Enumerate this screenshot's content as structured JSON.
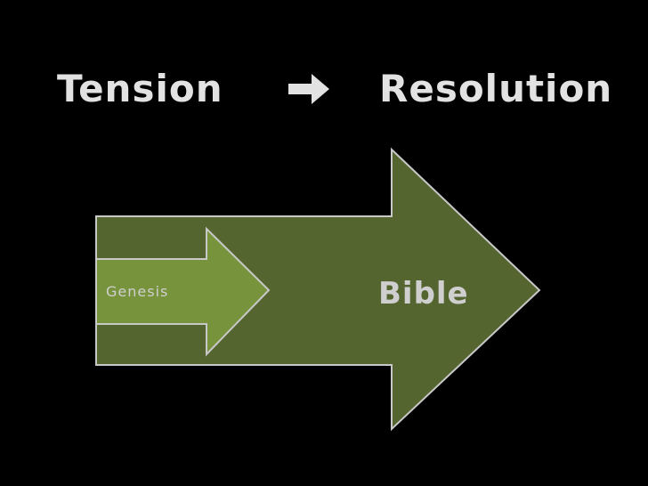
{
  "title": {
    "left": "Tension",
    "right": "Resolution",
    "arrow_icon": "right-arrow-icon"
  },
  "diagram": {
    "outer_label": "Bible",
    "inner_label": "Genesis"
  },
  "colors": {
    "background": "#000000",
    "outer_arrow": "#546530",
    "inner_arrow": "#77933c",
    "stroke": "#c8c8c8",
    "text": "#e2e2e2"
  }
}
